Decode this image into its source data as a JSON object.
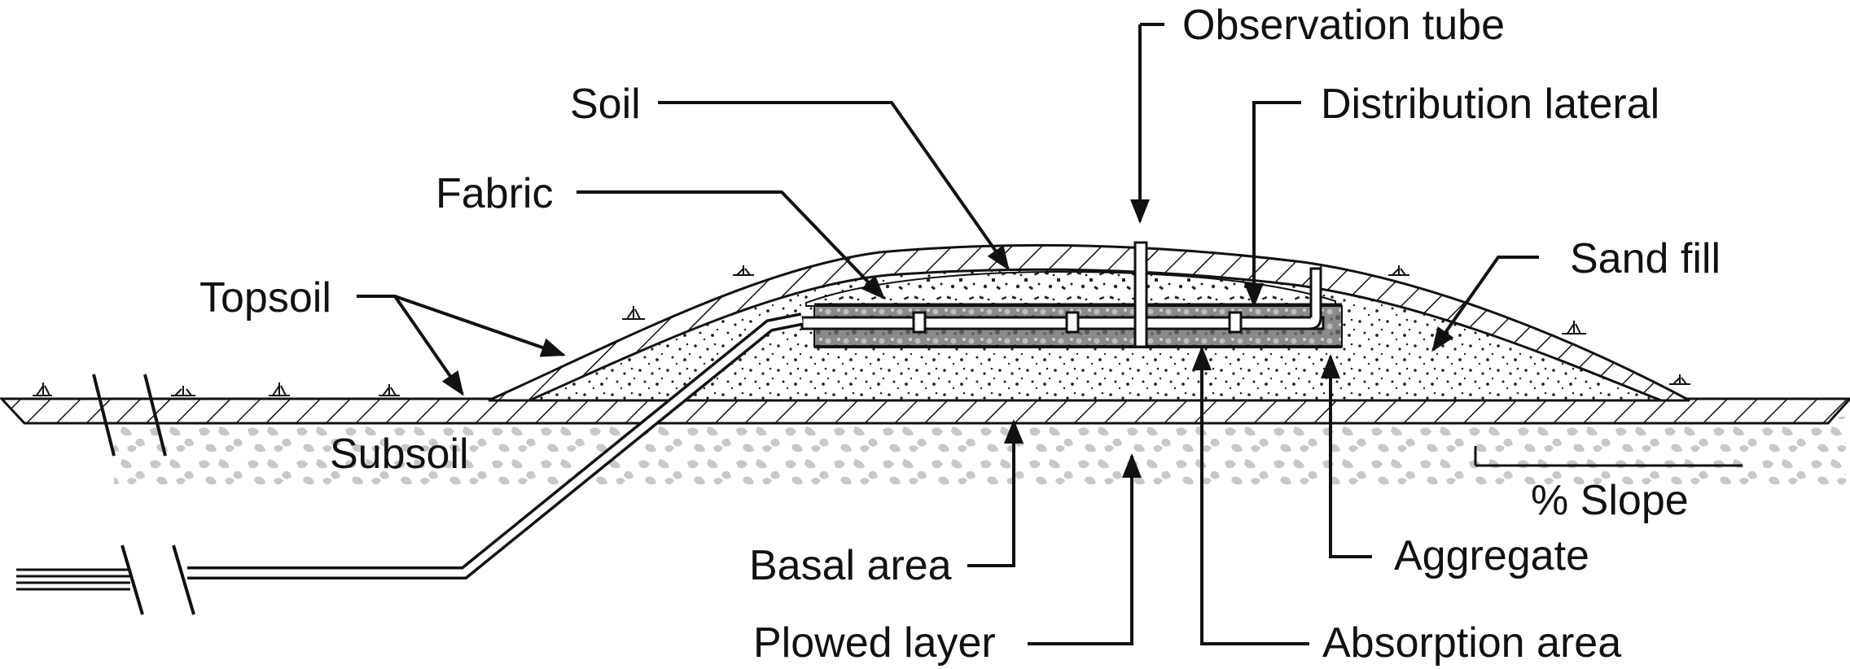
{
  "labels": {
    "observation_tube": "Observation tube",
    "soil": "Soil",
    "distribution_lateral": "Distribution lateral",
    "fabric": "Fabric",
    "sand_fill": "Sand fill",
    "topsoil": "Topsoil",
    "subsoil": "Subsoil",
    "slope": "% Slope",
    "aggregate": "Aggregate",
    "basal_area": "Basal area",
    "plowed_layer": "Plowed layer",
    "absorption_area": "Absorption area"
  },
  "colors": {
    "ink": "#111111",
    "aggregate_fill": "#8a8a8a",
    "subsoil_texture": "#c8c8c8"
  }
}
